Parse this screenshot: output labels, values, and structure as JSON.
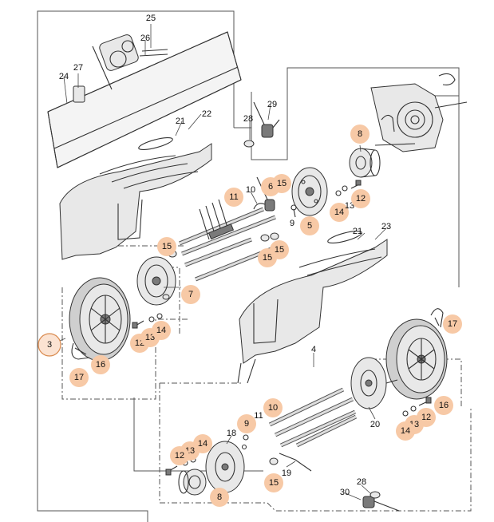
{
  "callouts": [
    {
      "id": "c25",
      "text": "25",
      "hl": false
    },
    {
      "id": "c26",
      "text": "26",
      "hl": false
    },
    {
      "id": "c27",
      "text": "27",
      "hl": false
    },
    {
      "id": "c24",
      "text": "24",
      "hl": false
    },
    {
      "id": "c22",
      "text": "22",
      "hl": false
    },
    {
      "id": "c21a",
      "text": "21",
      "hl": false
    },
    {
      "id": "c29",
      "text": "29",
      "hl": false
    },
    {
      "id": "c28a",
      "text": "28",
      "hl": false
    },
    {
      "id": "c8a",
      "text": "8",
      "hl": true
    },
    {
      "id": "c11a",
      "text": "11",
      "hl": true
    },
    {
      "id": "c10a",
      "text": "10",
      "hl": false
    },
    {
      "id": "c6",
      "text": "6",
      "hl": true
    },
    {
      "id": "c15a",
      "text": "15",
      "hl": true
    },
    {
      "id": "c9a",
      "text": "9",
      "hl": false
    },
    {
      "id": "c5",
      "text": "5",
      "hl": true
    },
    {
      "id": "c14a",
      "text": "14",
      "hl": true
    },
    {
      "id": "c13a",
      "text": "13",
      "hl": false
    },
    {
      "id": "c12a",
      "text": "12",
      "hl": true
    },
    {
      "id": "c15b",
      "text": "15",
      "hl": true
    },
    {
      "id": "c15c",
      "text": "15",
      "hl": true
    },
    {
      "id": "c15d",
      "text": "15",
      "hl": true
    },
    {
      "id": "c21b",
      "text": "21",
      "hl": false
    },
    {
      "id": "c23",
      "text": "23",
      "hl": false
    },
    {
      "id": "c7",
      "text": "7",
      "hl": true
    },
    {
      "id": "c12b",
      "text": "12",
      "hl": true
    },
    {
      "id": "c13b",
      "text": "13",
      "hl": true
    },
    {
      "id": "c14b",
      "text": "14",
      "hl": true
    },
    {
      "id": "c3",
      "text": "3",
      "hl": true
    },
    {
      "id": "c17a",
      "text": "17",
      "hl": true
    },
    {
      "id": "c16a",
      "text": "16",
      "hl": true
    },
    {
      "id": "c4",
      "text": "4",
      "hl": false
    },
    {
      "id": "c17b",
      "text": "17",
      "hl": true
    },
    {
      "id": "c20",
      "text": "20",
      "hl": false
    },
    {
      "id": "c16b",
      "text": "16",
      "hl": true
    },
    {
      "id": "c12c",
      "text": "12",
      "hl": true
    },
    {
      "id": "c13c",
      "text": "13",
      "hl": true
    },
    {
      "id": "c14c",
      "text": "14",
      "hl": true
    },
    {
      "id": "c10b",
      "text": "10",
      "hl": true
    },
    {
      "id": "c11b",
      "text": "11",
      "hl": false
    },
    {
      "id": "c9b",
      "text": "9",
      "hl": true
    },
    {
      "id": "c18",
      "text": "18",
      "hl": false
    },
    {
      "id": "c14d",
      "text": "14",
      "hl": true
    },
    {
      "id": "c13d",
      "text": "13",
      "hl": true
    },
    {
      "id": "c12d",
      "text": "12",
      "hl": true
    },
    {
      "id": "c15e",
      "text": "15",
      "hl": true
    },
    {
      "id": "c19",
      "text": "19",
      "hl": false
    },
    {
      "id": "c8b",
      "text": "8",
      "hl": true
    },
    {
      "id": "c28b",
      "text": "28",
      "hl": false
    },
    {
      "id": "c30",
      "text": "30",
      "hl": false
    }
  ]
}
